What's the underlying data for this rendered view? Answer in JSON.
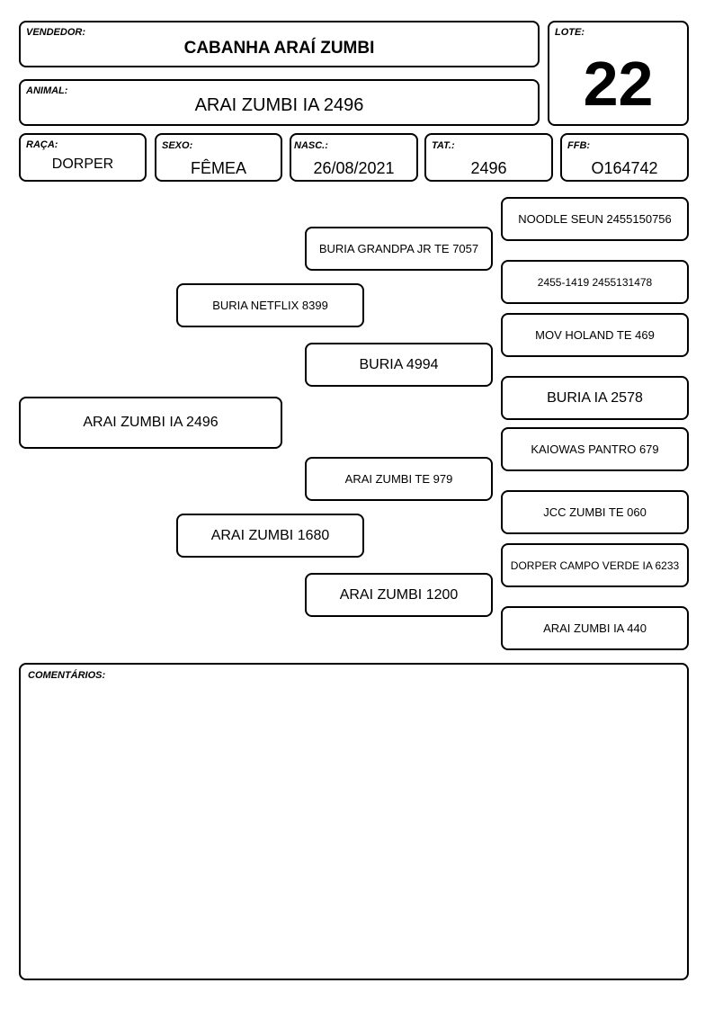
{
  "header": {
    "vendedor": {
      "label": "VENDEDOR:",
      "value": "CABANHA ARAÍ ZUMBI"
    },
    "lote": {
      "label": "LOTE:",
      "value": "22"
    },
    "animal": {
      "label": "ANIMAL:",
      "value": "ARAI ZUMBI IA 2496"
    }
  },
  "info": {
    "raca": {
      "label": "RAÇA:",
      "value": "DORPER"
    },
    "sexo": {
      "label": "SEXO:",
      "value": "FÊMEA"
    },
    "nasc": {
      "label": "NASC.:",
      "value": "26/08/2021"
    },
    "tat": {
      "label": "TAT.:",
      "value": "2496"
    },
    "ffb": {
      "label": "FFB:",
      "value": "O164742"
    }
  },
  "pedigree": {
    "animal": "ARAI ZUMBI IA 2496",
    "sire": "BURIA NETFLIX 8399",
    "dam": "ARAI ZUMBI 1680",
    "sire_sire": "BURIA GRANDPA JR TE 7057",
    "sire_dam": "BURIA 4994",
    "dam_sire": "ARAI ZUMBI TE 979",
    "dam_dam": "ARAI ZUMBI 1200",
    "ggp": [
      "NOODLE SEUN 2455150756",
      "2455-1419 2455131478",
      "MOV HOLAND TE 469",
      "BURIA IA 2578",
      "KAIOWAS PANTRO 679",
      "JCC ZUMBI TE 060",
      "DORPER CAMPO VERDE IA 6233",
      "ARAI ZUMBI IA 440"
    ]
  },
  "comments": {
    "label": "COMENTÁRIOS:",
    "value": ""
  }
}
